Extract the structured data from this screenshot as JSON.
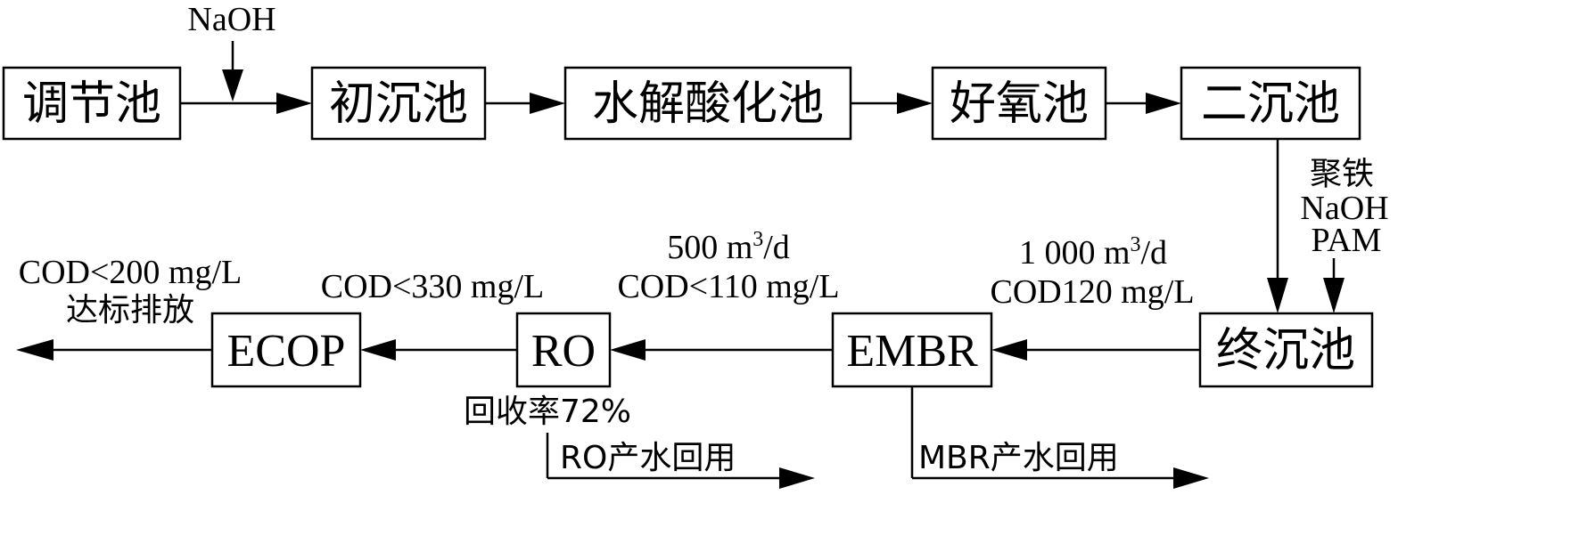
{
  "top_row": {
    "box1": "调节池",
    "box2": "初沉池",
    "box3": "水解酸化池",
    "box4": "好氧池",
    "box5": "二沉池",
    "naoh_label": "NaOH"
  },
  "dosing": {
    "line1": "聚铁",
    "line2": "NaOH",
    "line3": "PAM"
  },
  "bottom_row": {
    "final_clarifier": "终沉池",
    "embr": "EMBR",
    "ro": "RO",
    "ecop": "ECOP"
  },
  "flows": {
    "embr_in_flow_prefix": "1 000 m",
    "embr_in_flow_sup": "3",
    "embr_in_flow_suffix": "/d",
    "embr_in_cod": "COD120 mg/L",
    "ro_in_flow_prefix": "500 m",
    "ro_in_flow_sup": "3",
    "ro_in_flow_suffix": "/d",
    "ro_in_cod": "COD<110 mg/L",
    "ecop_in_cod": "COD<330 mg/L",
    "out_cod": "COD<200 mg/L",
    "out_label": "达标排放",
    "ro_recovery": "回收率72%",
    "ro_reuse": "RO产水回用",
    "mbr_reuse": "MBR产水回用"
  }
}
